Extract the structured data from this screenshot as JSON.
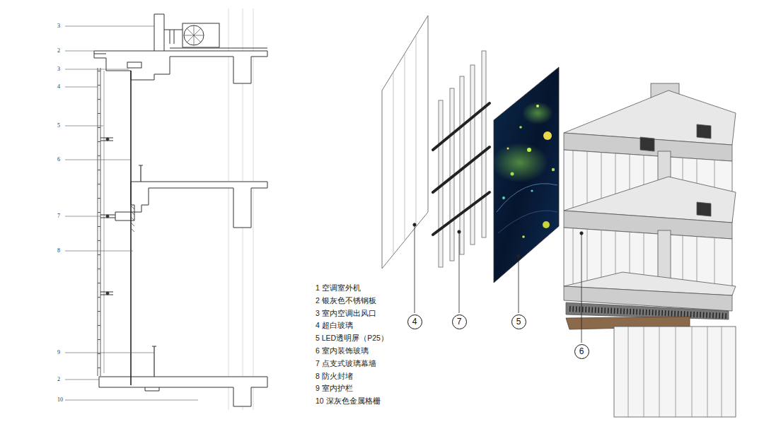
{
  "diagram": {
    "nodes": [
      {
        "text": [
          "4"
        ]
      },
      {
        "text": [
          "7"
        ]
      },
      {
        "text": [
          "5"
        ]
      },
      {
        "text": [
          "6"
        ]
      }
    ],
    "labels": [
      "3",
      "2",
      "3",
      "4",
      "5",
      "6",
      "7",
      "8",
      "9",
      "2",
      "10",
      "1 空调室外机",
      "2 银灰色不锈钢板",
      "3 室内空调出风口",
      "4 超白玻璃",
      "5 LED透明屏（P25）",
      "6 室内装饰玻璃",
      "7 点支式玻璃幕墙",
      "8 防火封堵",
      "9 室内护栏",
      "10 深灰色金属格栅"
    ]
  }
}
